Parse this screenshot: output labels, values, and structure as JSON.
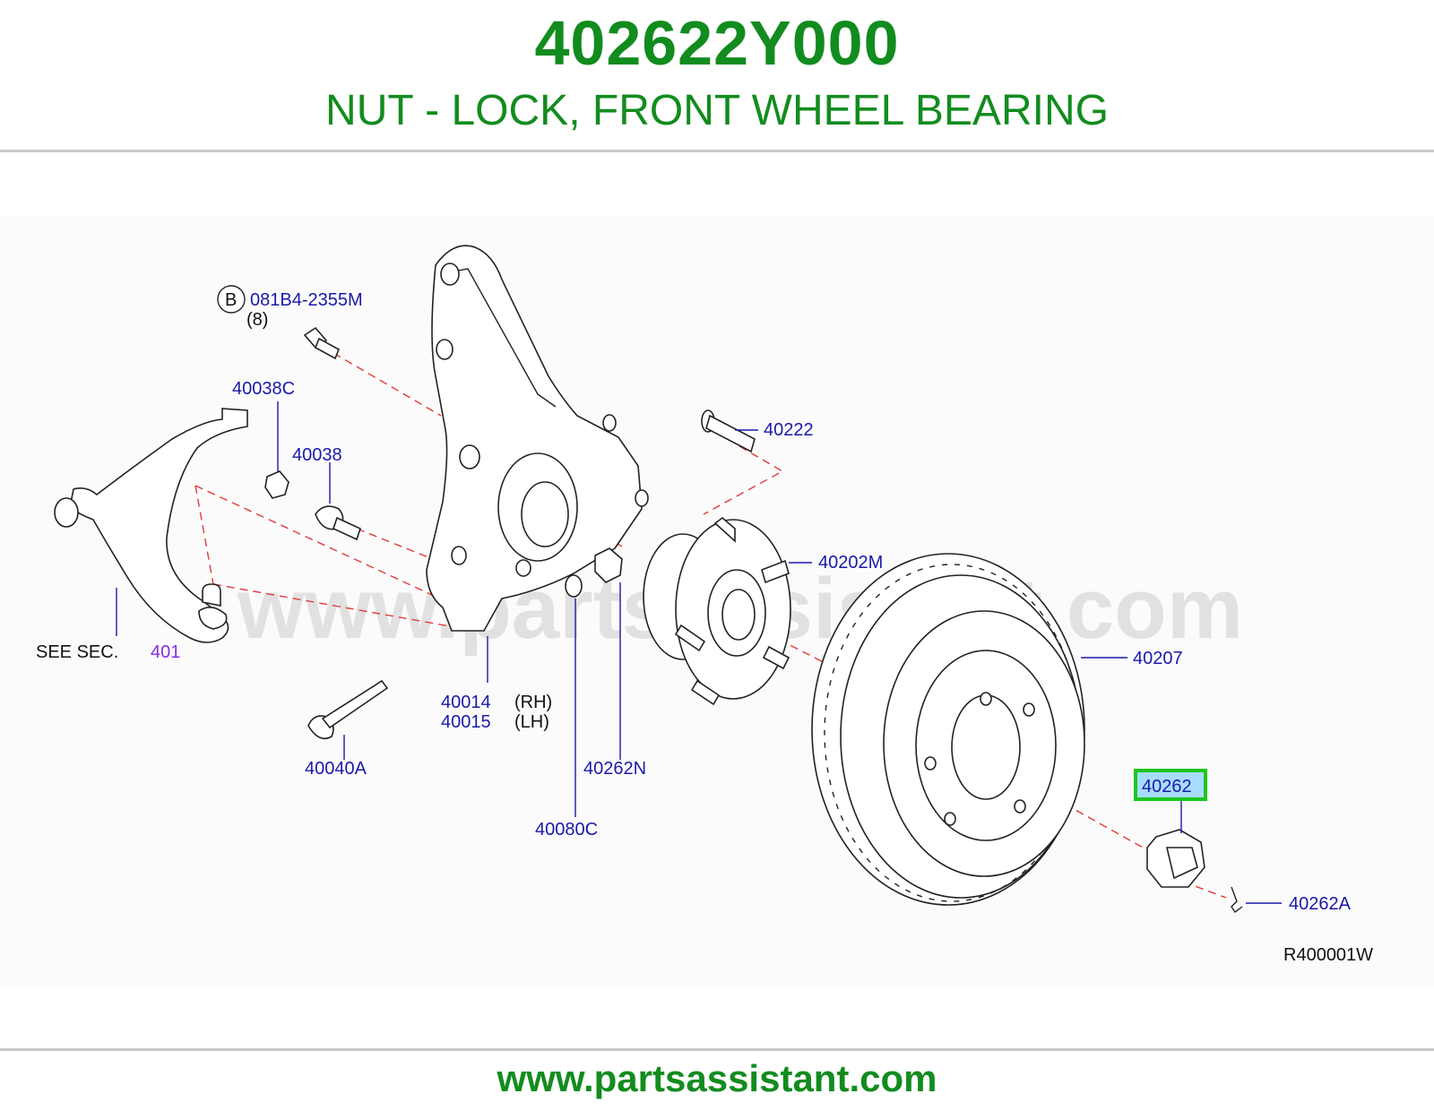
{
  "header": {
    "part_number": "402622Y000",
    "description": "NUT - LOCK, FRONT WHEEL BEARING"
  },
  "diagram": {
    "watermark": "www.partsassistant.com",
    "drawing_code": "R400001W",
    "bolt_callout": {
      "circle_letter": "B",
      "part": "081B4-2355M",
      "qty": "(8)"
    },
    "labels": {
      "p40038C": "40038C",
      "p40038": "40038",
      "see_sec": "SEE   SEC.",
      "sec_num": "401",
      "p40222": "40222",
      "p40202M": "40202M",
      "p40207": "40207",
      "p40014": "40014",
      "rh": "(RH)",
      "p40015": "40015",
      "lh": "(LH)",
      "p40040A": "40040A",
      "p40262N": "40262N",
      "p40080C": "40080C",
      "p40262": "40262",
      "p40262A": "40262A"
    },
    "highlight_color": "#1ec51e",
    "highlight_fill": "#a8dcff"
  },
  "footer": {
    "url": "www.partsassistant.com"
  }
}
